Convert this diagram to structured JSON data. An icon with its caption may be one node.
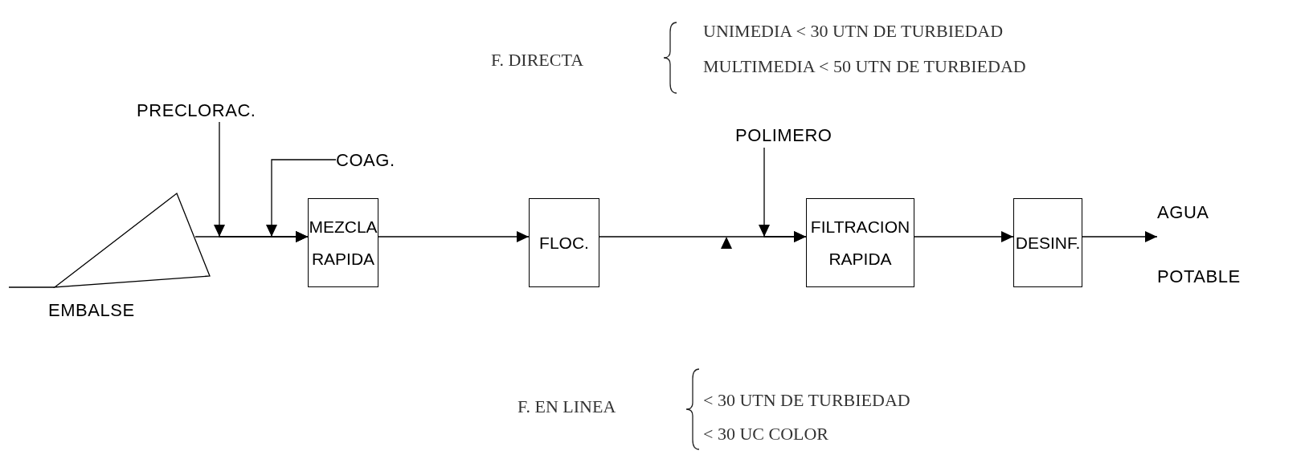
{
  "diagram": {
    "nodes": [
      {
        "text": [
          "EMBALSE"
        ]
      },
      {
        "text": [
          "PRECLORAC."
        ]
      },
      {
        "text": [
          "COAG."
        ]
      },
      {
        "text": [
          "MEZCLA RAPIDA"
        ]
      },
      {
        "text": [
          "FLOC."
        ]
      },
      {
        "text": [
          "POLIMERO"
        ]
      },
      {
        "text": [
          "FILTRACION RAPIDA"
        ]
      },
      {
        "text": [
          "DESINF."
        ]
      },
      {
        "text": [
          "AGUA",
          "POTABLE"
        ]
      }
    ],
    "edges": [
      {
        "from": 0,
        "to": 3,
        "arrow": "to"
      },
      {
        "from": 1,
        "to": 3,
        "arrow": "to"
      },
      {
        "from": 2,
        "to": 3,
        "arrow": "to"
      },
      {
        "from": 3,
        "to": 4,
        "arrow": "to"
      },
      {
        "from": 4,
        "to": 6,
        "arrow": "to"
      },
      {
        "from": 5,
        "to": 6,
        "arrow": "to"
      },
      {
        "from": 6,
        "to": 7,
        "arrow": "to"
      },
      {
        "from": 7,
        "to": 8,
        "arrow": "to"
      }
    ],
    "labels": [
      "F. DIRECTA",
      "UNIMEDIA < 30 UTN DE TURBIEDAD",
      "MULTIMEDIA < 50 UTN DE TURBIEDAD",
      "F. EN LINEA",
      "< 30 UTN DE TURBIEDAD",
      "< 30 UC COLOR"
    ]
  }
}
